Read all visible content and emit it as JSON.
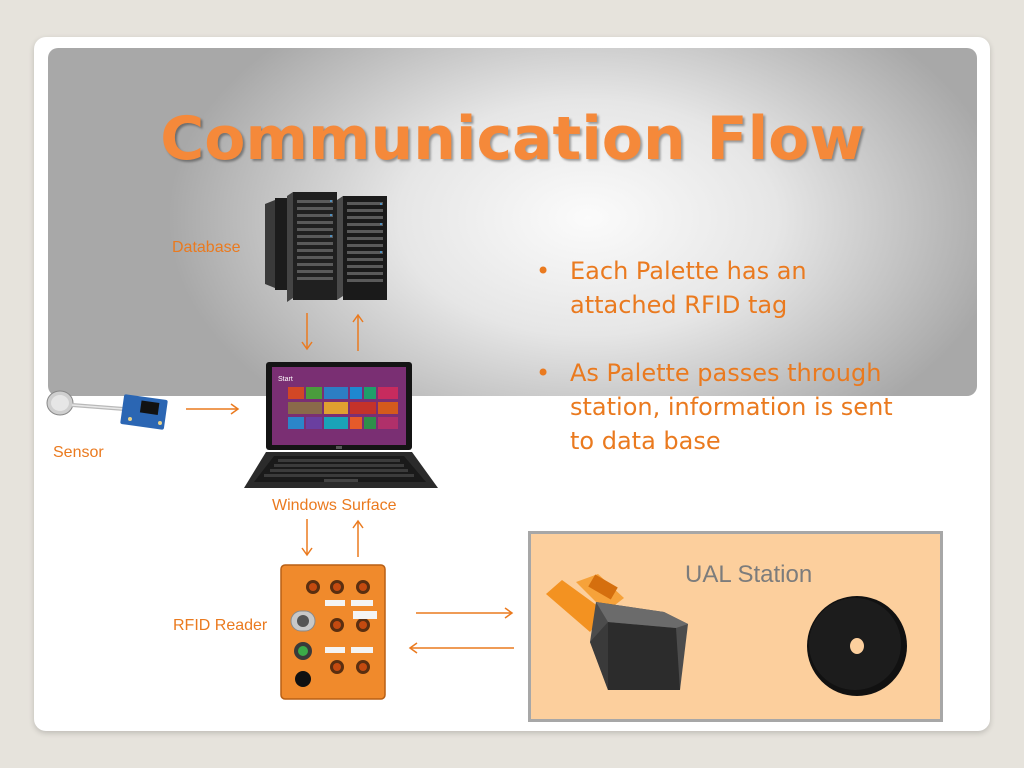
{
  "title": "Communication Flow",
  "labels": {
    "database": "Database",
    "sensor": "Sensor",
    "surface": "Windows Surface",
    "rfid_reader": "RFID Reader",
    "station": "UAL Station"
  },
  "bullets": [
    "Each Palette has an attached RFID tag",
    "As Palette passes through station, information is sent to data base"
  ],
  "bullet_symbol": "•",
  "colors": {
    "accent": "#ea7a1f",
    "title": "#f5893a",
    "station_bg": "#fccf9d",
    "station_border": "#a7a7a7"
  },
  "icons": [
    "server-rack-icon",
    "sensor-icon",
    "tablet-computer-icon",
    "rfid-reader-icon",
    "inductive-sensor-icon",
    "rfid-tag-icon",
    "arrow-icon"
  ]
}
